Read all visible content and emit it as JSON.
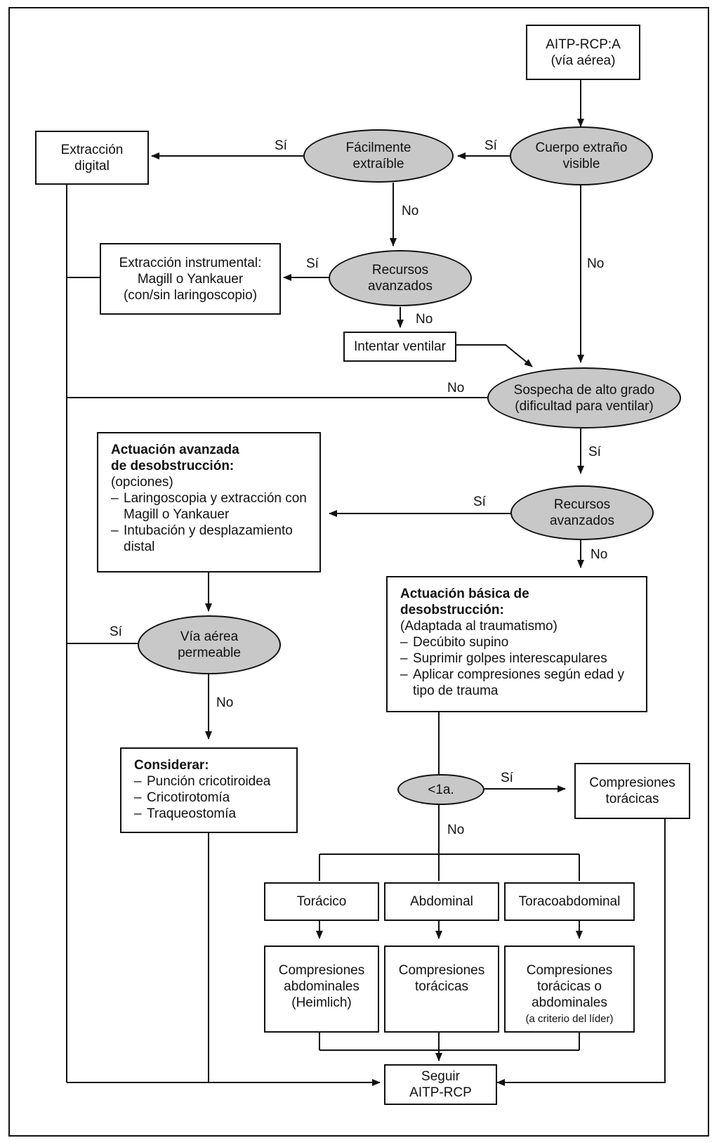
{
  "nodes": {
    "start": "AITP-RCP:A\n(vía aérea)",
    "cuerpo_extrano": "Cuerpo extraño\nvisible",
    "facilmente": "Fácilmente\nextraíble",
    "extraccion_digital": "Extracción\ndigital",
    "recursos1": "Recursos\navanzados",
    "extraccion_instrumental": "Extracción instrumental:\nMagill o Yankauer\n(con/sin laringoscopio)",
    "intentar_ventilar": "Intentar ventilar",
    "sospecha": "Sospecha de alto grado\n(dificultad para ventilar)",
    "actuacion_avanzada": {
      "title": "Actuación avanzada\nde desobstrucción:",
      "subtitle": "(opciones)",
      "items": [
        "Laringoscopia y extracción con Magill o Yankauer",
        "Intubación y desplazamiento distal"
      ]
    },
    "recursos2": "Recursos\navanzados",
    "via_aerea": "Vía aérea\npermeable",
    "actuacion_basica": {
      "title": "Actuación básica de\ndesobstrucción:",
      "subtitle": "(Adaptada al traumatismo)",
      "items": [
        "Decúbito supino",
        "Suprimir golpes interescapulares",
        "Aplicar compresiones según edad y tipo de trauma"
      ]
    },
    "considerar": {
      "title": "Considerar:",
      "items": [
        "Punción cricotiroidea",
        "Cricotirotomía",
        "Traqueostomía"
      ]
    },
    "menor_1a": "<1a.",
    "compresiones_toracicas_1": "Compresiones\ntorácicas",
    "toracico": "Torácico",
    "abdominal": "Abdominal",
    "toracoabdominal": "Toracoabdominal",
    "compresiones_abdominales": "Compresiones\nabdominales\n(Heimlich)",
    "compresiones_toracicas_2": "Compresiones\ntorácicas",
    "compresiones_toracicas_o_abdominales": "Compresiones\ntorácicas o\nabdominales",
    "criterio_lider": "(a criterio del líder)",
    "seguir": "Seguir\nAITP-RCP"
  },
  "edge_labels": {
    "si_1": "Sí",
    "si_2": "Sí",
    "no_1": "No",
    "no_2": "No",
    "si_3": "Sí",
    "no_3": "No",
    "no_4": "No",
    "si_4": "Sí",
    "si_5": "Sí",
    "no_5": "No",
    "si_6": "Sí",
    "no_6": "No",
    "si_7": "Sí",
    "no_7": "No"
  },
  "colors": {
    "decision_fill": "#c8c8c8",
    "line": "#111111",
    "background": "#ffffff"
  }
}
